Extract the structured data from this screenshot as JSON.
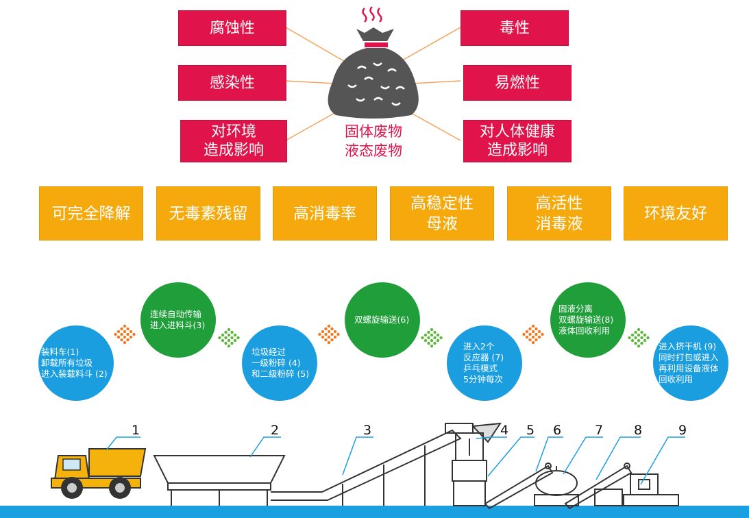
{
  "hazards": [
    "腐蚀性",
    "毒性",
    "感染性",
    "易燃性",
    "对环境\n造成影响",
    "对人体健康\n造成影响"
  ],
  "waste_types": "固体废物\n液态废物",
  "features": [
    "可完全降解",
    "无毒素残留",
    "高消毒率",
    "高稳定性\n母液",
    "高活性\n消毒液",
    "环境友好"
  ],
  "steps": [
    "装料车(1)\n卸载所有垃圾\n进入装载料斗 (2)",
    "连续自动传输\n进入进料斗(3)",
    "垃圾经过\n一级粉碎 (4)\n和二级粉碎 (5)",
    "双螺旋输送(6)",
    "进入2个\n反应器 (7)\n乒乓模式\n5分钟每次",
    "固液分离\n双螺旋输送(8)\n液体回收利用",
    "进入挤干机 (9)\n同时打包或进入\n再利用设备液体\n回收利用"
  ],
  "equipment_numbers": [
    "1",
    "2",
    "3",
    "4",
    "5",
    "6",
    "7",
    "8",
    "9"
  ],
  "colors": {
    "hazard": "#e0144a",
    "feature": "#f5a90c",
    "step_blue": "#1a9ee0",
    "step_green": "#1f9e3a",
    "dots_orange": "#f07a22",
    "dots_green": "#5cb83a",
    "floor": "#1aa0e0",
    "bag": "#555555"
  }
}
